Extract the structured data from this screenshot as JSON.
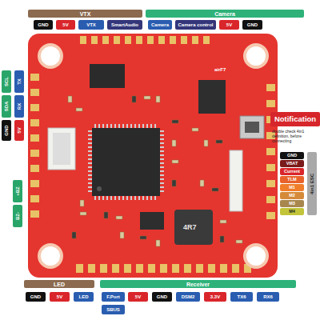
{
  "diagram": {
    "nodes": [
      {
        "text": [
          "VTX"
        ]
      },
      {
        "text": [
          "Camera"
        ]
      },
      {
        "text": [
          "GND"
        ]
      },
      {
        "text": [
          "5V"
        ]
      },
      {
        "text": [
          "VTX"
        ]
      },
      {
        "text": [
          "SmartAudio"
        ]
      },
      {
        "text": [
          "Camera"
        ]
      },
      {
        "text": [
          "Camera control"
        ]
      },
      {
        "text": [
          "5V"
        ]
      },
      {
        "text": [
          "GND"
        ]
      },
      {
        "text": [
          "SCL"
        ]
      },
      {
        "text": [
          "TX"
        ]
      },
      {
        "text": [
          "SDA"
        ]
      },
      {
        "text": [
          "RX"
        ]
      },
      {
        "text": [
          "GND"
        ]
      },
      {
        "text": [
          "5V"
        ]
      },
      {
        "text": [
          "Notification"
        ]
      },
      {
        "text": [
          "GND"
        ]
      },
      {
        "text": [
          "VBAT"
        ]
      },
      {
        "text": [
          "Current"
        ]
      },
      {
        "text": [
          "TLM"
        ]
      },
      {
        "text": [
          "M1"
        ]
      },
      {
        "text": [
          "M2"
        ]
      },
      {
        "text": [
          "M3"
        ]
      },
      {
        "text": [
          "M4"
        ]
      },
      {
        "text": [
          "4in1 ESC"
        ]
      },
      {
        "text": [
          "+BZ"
        ]
      },
      {
        "text": [
          "BZ-"
        ]
      },
      {
        "text": [
          "LED"
        ]
      },
      {
        "text": [
          "Receiver"
        ]
      },
      {
        "text": [
          "GND"
        ]
      },
      {
        "text": [
          "5V"
        ]
      },
      {
        "text": [
          "LED"
        ]
      },
      {
        "text": [
          "F.Port"
        ]
      },
      {
        "text": [
          "5V"
        ]
      },
      {
        "text": [
          "GND"
        ]
      },
      {
        "text": [
          "DSM2"
        ]
      },
      {
        "text": [
          "3.3V"
        ]
      },
      {
        "text": [
          "TX6"
        ]
      },
      {
        "text": [
          "RX6"
        ]
      },
      {
        "text": [
          "SBUS"
        ]
      }
    ],
    "labels": [
      "double check 4in1 definition, before connecting",
      "airF7",
      "4R7"
    ]
  }
}
